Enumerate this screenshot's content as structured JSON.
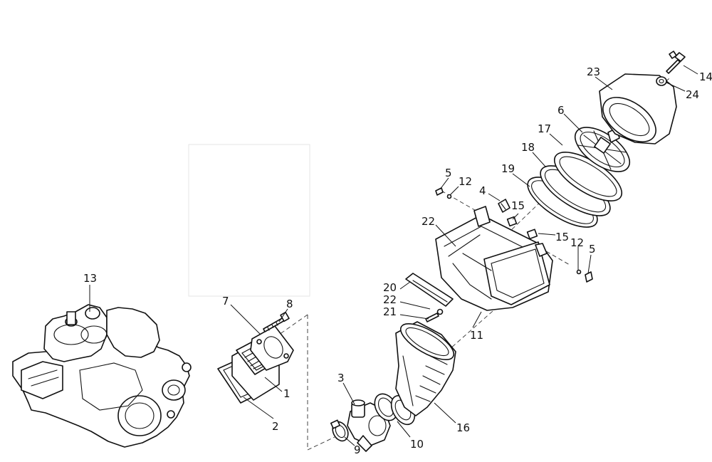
{
  "callouts": [
    {
      "id": "1",
      "label": "1"
    },
    {
      "id": "2",
      "label": "2"
    },
    {
      "id": "3",
      "label": "3"
    },
    {
      "id": "4",
      "label": "4"
    },
    {
      "id": "5a",
      "label": "5"
    },
    {
      "id": "5b",
      "label": "5"
    },
    {
      "id": "6",
      "label": "6"
    },
    {
      "id": "7",
      "label": "7"
    },
    {
      "id": "8",
      "label": "8"
    },
    {
      "id": "9",
      "label": "9"
    },
    {
      "id": "10",
      "label": "10"
    },
    {
      "id": "11",
      "label": "11"
    },
    {
      "id": "12a",
      "label": "12"
    },
    {
      "id": "12b",
      "label": "12"
    },
    {
      "id": "13",
      "label": "13"
    },
    {
      "id": "14",
      "label": "14"
    },
    {
      "id": "15a",
      "label": "15"
    },
    {
      "id": "15b",
      "label": "15"
    },
    {
      "id": "16",
      "label": "16"
    },
    {
      "id": "17",
      "label": "17"
    },
    {
      "id": "18",
      "label": "18"
    },
    {
      "id": "19",
      "label": "19"
    },
    {
      "id": "20",
      "label": "20"
    },
    {
      "id": "21",
      "label": "21"
    },
    {
      "id": "22a",
      "label": "22"
    },
    {
      "id": "22b",
      "label": "22"
    },
    {
      "id": "23",
      "label": "23"
    },
    {
      "id": "24",
      "label": "24"
    }
  ]
}
